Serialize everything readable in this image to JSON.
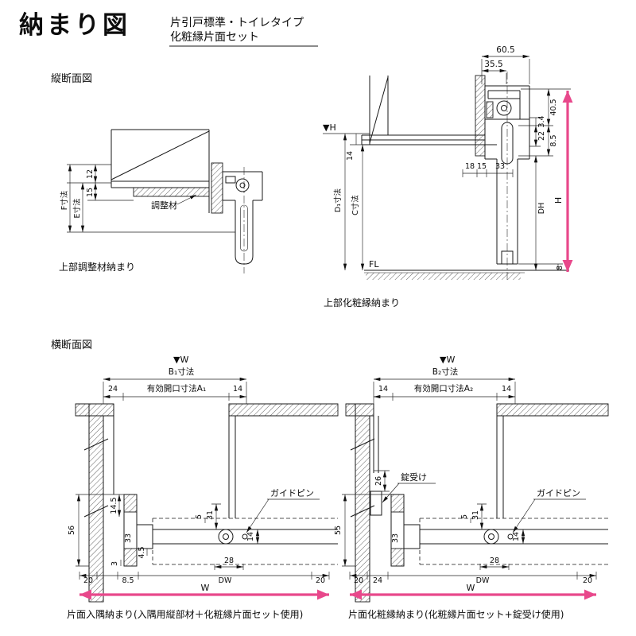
{
  "colors": {
    "accent": "#e8488b",
    "ink": "#1a1a1a"
  },
  "header": {
    "title": "納まり図",
    "subtitle_line1": "片引戸標準・トイレタイプ",
    "subtitle_line2": "化粧縁片面セット"
  },
  "section_labels": {
    "vertical": "縦断面図",
    "horizontal": "横断面図"
  },
  "vsec_adjuster": {
    "dim_12": "12",
    "dim_15": "15",
    "f_dim": "F寸法",
    "e_dim": "E寸法",
    "adjuster_label": "調整材",
    "caption": "上部調整材納まり"
  },
  "vsec_trim": {
    "dim_60_5": "60.5",
    "dim_35_5": "35.5",
    "dim_18": "18",
    "dim_15": "15",
    "dim_33": "33",
    "h_datum": "▼H",
    "dim_14": "14",
    "d1_dim": "D₁寸法",
    "c_dim": "C寸法",
    "dim_40_5": "40.5",
    "dim_3_4": "3.4",
    "dim_22": "22",
    "dim_8_5": "8.5",
    "dh": "DH",
    "h": "H",
    "fl": "FL",
    "dim_8": "8",
    "caption": "上部化粧縁納まり"
  },
  "hsec_corner": {
    "w_datum": "▼W",
    "b_dim": "B₁寸法",
    "dim_24": "24",
    "opening_dim": "有効開口寸法A₁",
    "dim_14_top": "14",
    "dim_56": "56",
    "dim_14_5": "14.5",
    "dim_33": "33",
    "dim_4_5": "4.5",
    "dim_3": "3",
    "dim_5": "5",
    "dim_31": "31",
    "dim_14_door": "14",
    "dim_28": "28",
    "dim_20_left": "20",
    "dim_8_5": "8.5",
    "dw": "DW",
    "dim_20_right": "20",
    "w": "W",
    "guide_pin": "ガイドピン",
    "caption": "片面入隅納まり(入隅用縦部材＋化粧縁片面セット使用)"
  },
  "hsec_trim": {
    "w_datum": "▼W",
    "b_dim": "B₂寸法",
    "dim_14_left": "14",
    "opening_dim": "有効開口寸法A₂",
    "dim_14_right": "14",
    "dim_26": "26",
    "latch_label": "錠受け",
    "dim_55": "55",
    "dim_20_left": "20",
    "dim_24": "24",
    "dim_33": "33",
    "dim_5": "5",
    "dim_31": "31",
    "dim_14_door": "14",
    "dim_28": "28",
    "dw": "DW",
    "dim_20_right": "20",
    "w": "W",
    "guide_pin": "ガイドピン",
    "caption": "片面化粧縁納まり(化粧縁片面セット+錠受け使用)"
  }
}
